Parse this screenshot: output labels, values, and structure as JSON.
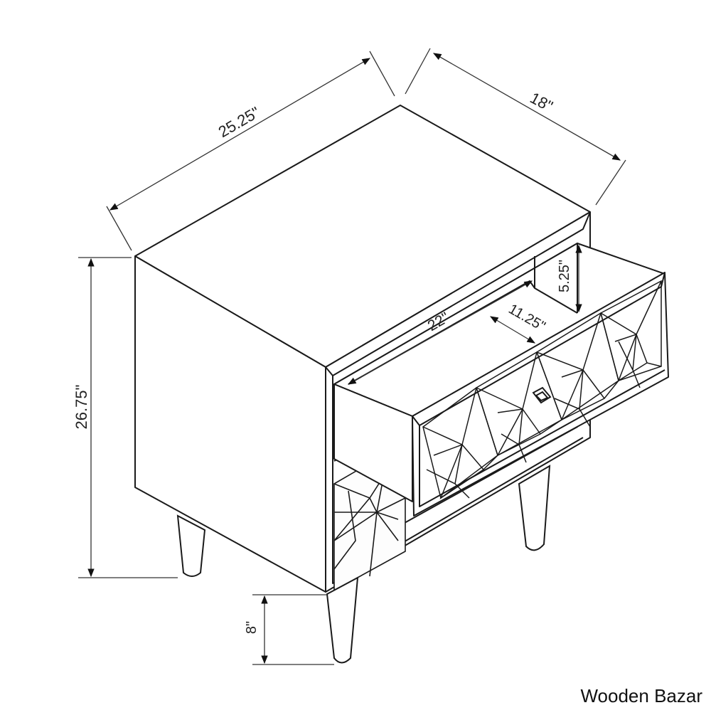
{
  "dimensions": {
    "width": "25.25\"",
    "depth": "18\"",
    "height": "26.75\"",
    "drawer_height": "5.25\"",
    "drawer_depth": "22\"",
    "drawer_width": "11.25\"",
    "leg_height": "8\""
  },
  "brand": {
    "watermark": "Wooden Bazar"
  },
  "colors": {
    "line": "#1a1a1a",
    "dimension": "#333333",
    "background": "#ffffff"
  }
}
